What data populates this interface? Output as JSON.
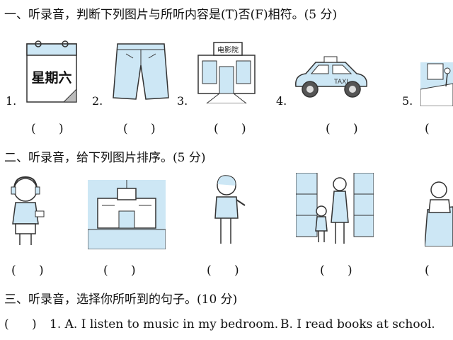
{
  "section1": {
    "heading": "一、听录音，判断下列图片与所听内容是(T)否(F)相符。(5 分)",
    "numbers": [
      "1.",
      "2.",
      "3.",
      "4.",
      "5."
    ],
    "calendar_text": "星期六",
    "cinema_sign": "电影院",
    "taxi_sign": "TAXI",
    "blanks": [
      "(      )",
      "(      )",
      "(      )",
      "(      )",
      "("
    ]
  },
  "section2": {
    "heading": "二、听录音，给下列图片排序。(5 分)",
    "blanks": [
      "(      )",
      "(      )",
      "(      )",
      "(      )",
      "("
    ]
  },
  "section3": {
    "heading": "三、听录音，选择你所听到的句子。(10 分)",
    "q1": {
      "blank": "(      )",
      "stem": "1. A. I listen to music in my bedroom.",
      "option_b": "B. I read books at school."
    }
  },
  "colors": {
    "accent_blue": "#cde7f5",
    "stroke": "#333333"
  }
}
